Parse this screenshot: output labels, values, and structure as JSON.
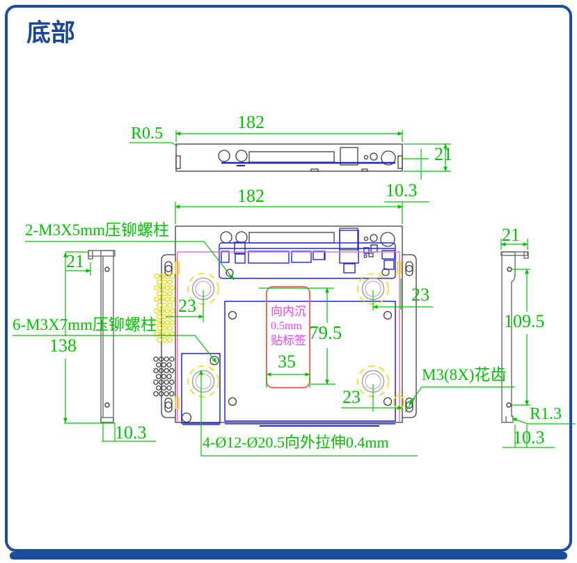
{
  "page": {
    "title": "底部"
  },
  "colors": {
    "frame_blue": "#1a4e9c",
    "dimension_green": "#00c300",
    "pen_blue": "#2222dd",
    "note_magenta": "#f43ef4",
    "label_red": "#f06a62",
    "highlight_yellow": "#e8de00",
    "centerline_pink": "#ff6ad2"
  },
  "top_view": {
    "width_dim": "182",
    "corner_radius": "R0.5",
    "height_dim": "21",
    "edge_offset_dim": "10.3"
  },
  "main_view": {
    "width_dim": "182",
    "hole_offset_top_left": "23",
    "hole_offset_top_right": "23",
    "hole_offset_bottom_right": "23",
    "label_area_height": "79.5",
    "label_area_width": "35",
    "recess_note": {
      "line1": "向内沉",
      "line2": "0.5mm",
      "line3": "贴标签"
    }
  },
  "left_view": {
    "width_dim": "21",
    "height_dim": "138",
    "flange_dim": "10.3"
  },
  "right_view": {
    "width_dim": "21",
    "height_dim": "109.5",
    "corner_radius": "R1.3",
    "flange_dim": "10.3"
  },
  "callouts": {
    "studs_m3x5": "2-M3X5mm压铆螺柱",
    "studs_m3x7": "6-M3X7mm压铆螺柱",
    "splines": "M3(8X)花齿",
    "stretch": "4-Ø12-Ø20.5向外拉伸0.4mm"
  }
}
